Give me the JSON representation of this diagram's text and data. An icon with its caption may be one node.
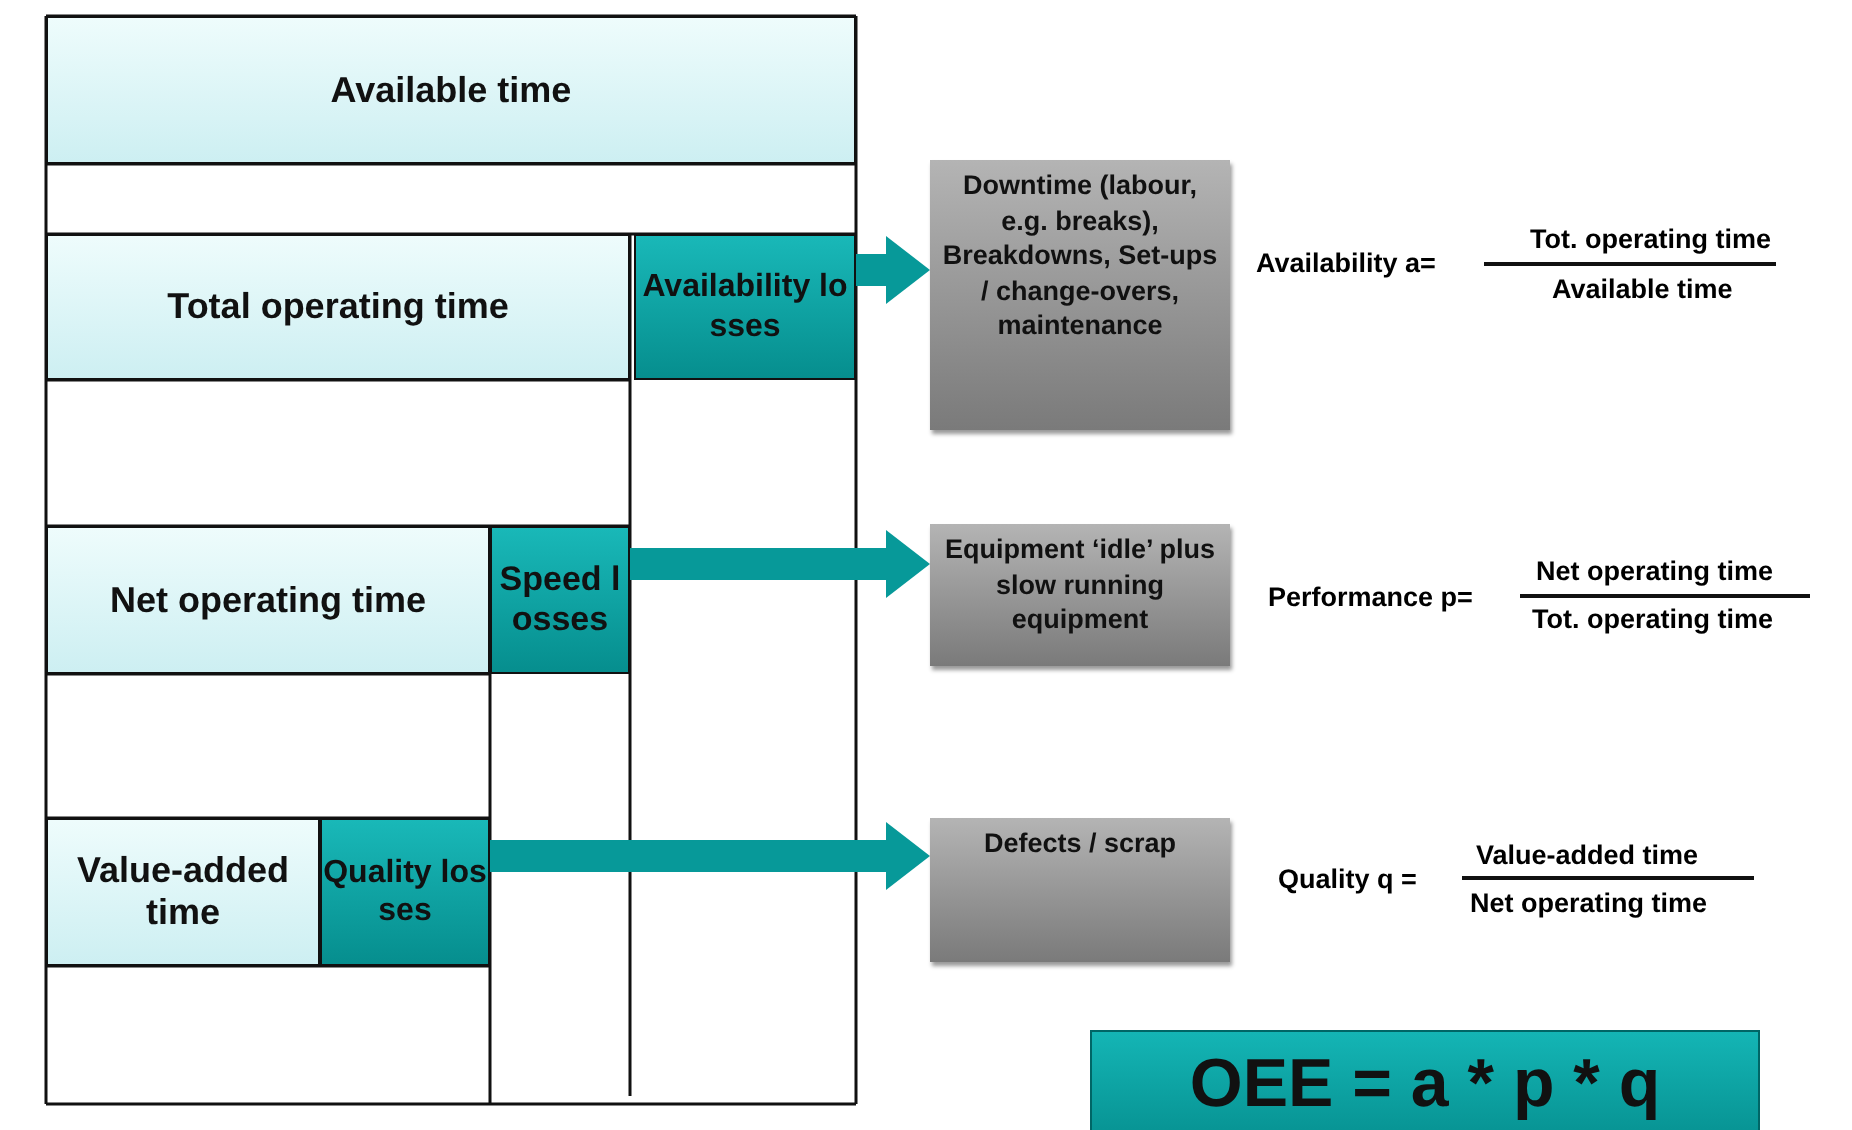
{
  "diagram": {
    "nodes": [
      {
        "text": [
          "Available time"
        ]
      },
      {
        "text": [
          "Total operating time"
        ]
      },
      {
        "text": [
          "Availability losses"
        ]
      },
      {
        "text": [
          "Net operating time"
        ]
      },
      {
        "text": [
          "Speed losses"
        ]
      },
      {
        "text": [
          "Value-added time"
        ]
      },
      {
        "text": [
          "Quality losses"
        ]
      },
      {
        "text": [
          "Downtime (labour, e.g. breaks), Breakdowns, Set-ups / change-overs, maintenance"
        ]
      },
      {
        "text": [
          "Equipment ‘idle’ plus slow running equipment"
        ]
      },
      {
        "text": [
          "Defects / scrap"
        ]
      },
      {
        "text": [
          "OEE = a * p * q"
        ]
      }
    ],
    "edges": [
      {
        "from": 2,
        "to": 7,
        "arrow": "to"
      },
      {
        "from": 4,
        "to": 8,
        "arrow": "to"
      },
      {
        "from": 6,
        "to": 9,
        "arrow": "to"
      }
    ],
    "labels": [
      "Availability a=",
      "Tot. operating time",
      "Available time",
      "Performance p=",
      "Net operating time",
      "Tot. operating time",
      "Quality q =",
      "Value-added time",
      "Net operating time"
    ]
  }
}
